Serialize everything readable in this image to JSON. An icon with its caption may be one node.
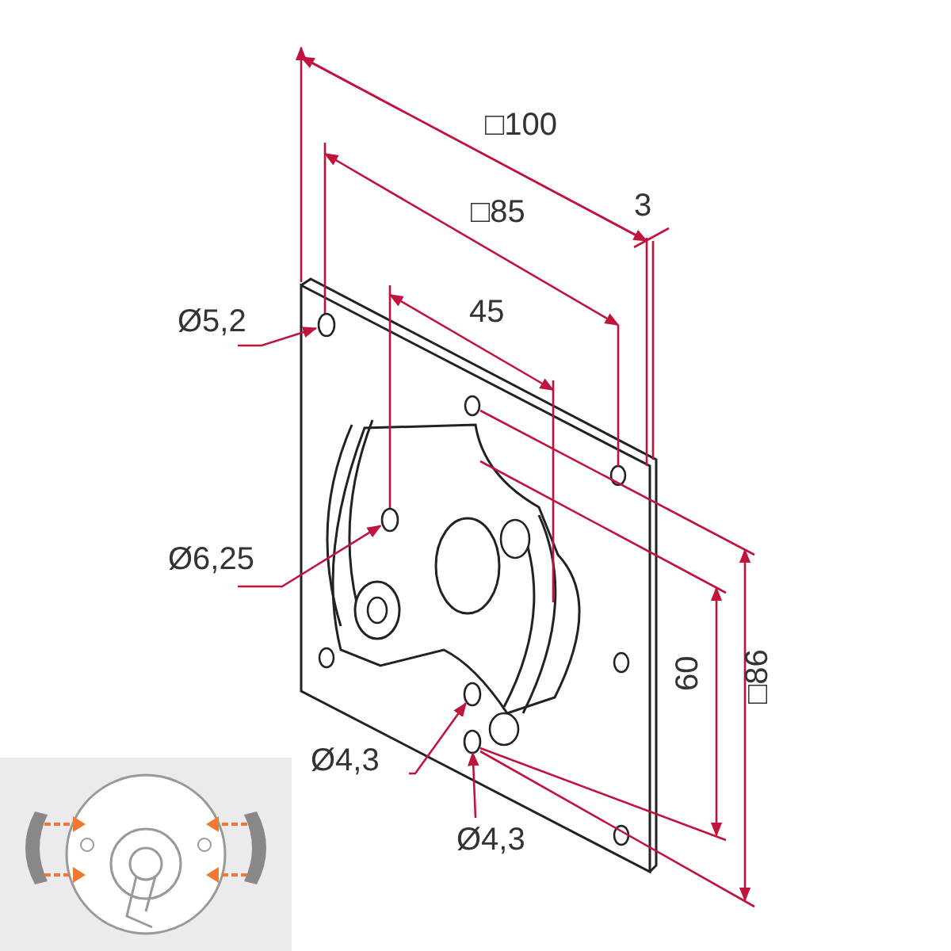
{
  "diagram": {
    "nodes": [
      {
        "text": [
          "Ø5,2"
        ]
      },
      {
        "text": [],
        "shape": "circle"
      },
      {
        "text": [
          "Ø6,25"
        ]
      },
      {
        "text": [],
        "shape": "circle"
      },
      {
        "text": [
          "Ø4,3"
        ]
      },
      {
        "text": [],
        "shape": "circle"
      },
      {
        "text": [
          "Ø4,3"
        ]
      },
      {
        "text": [],
        "shape": "circle"
      }
    ],
    "edges": [
      {
        "from": 0,
        "to": 1,
        "arrow": "to"
      },
      {
        "from": 2,
        "to": 3,
        "arrow": "to"
      },
      {
        "from": 4,
        "to": 5,
        "arrow": "to"
      },
      {
        "from": 6,
        "to": 7,
        "arrow": "to"
      }
    ],
    "labels": [
      "□100",
      "□85",
      "3",
      "45",
      "60",
      "□86"
    ]
  }
}
